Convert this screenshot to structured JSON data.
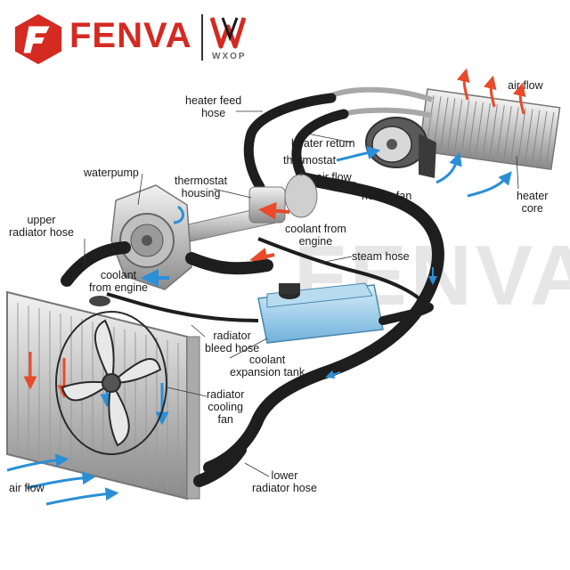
{
  "brand": {
    "name": "FENVA",
    "sub_brand": "WXOP",
    "watermark": "FENVA",
    "colors": {
      "brand_red": "#d42a21",
      "hose": "#1e1e1e",
      "coolant_hot": "#e84a2a",
      "coolant_cold": "#2a7fc9",
      "tank": "#8fc7e8"
    }
  },
  "labels": {
    "heater_feed_hose": [
      "heater feed",
      "hose"
    ],
    "heater_return": "heater return",
    "air_flow_top": "air flow",
    "thermostat": "thermostat",
    "air_flow_mid": "air flow",
    "heater_fan": "heater fan",
    "heater_core": [
      "heater",
      "core"
    ],
    "waterpump": "waterpump",
    "thermostat_housing": [
      "thermostat",
      "housing"
    ],
    "coolant_from_engine_top": [
      "coolant from",
      "engine"
    ],
    "steam_hose": "steam hose",
    "upper_radiator_hose": [
      "upper",
      "radiator hose"
    ],
    "coolant_from_engine_left": [
      "coolant",
      "from engine"
    ],
    "radiator_bleed_hose": [
      "radiator",
      "bleed hose"
    ],
    "coolant_expansion_tank": [
      "coolant",
      "expansion tank"
    ],
    "radiator_cooling_fan": [
      "radiator",
      "cooling",
      "fan"
    ],
    "lower_radiator_hose": [
      "lower",
      "radiator hose"
    ],
    "air_flow_bottom": "air flow"
  }
}
